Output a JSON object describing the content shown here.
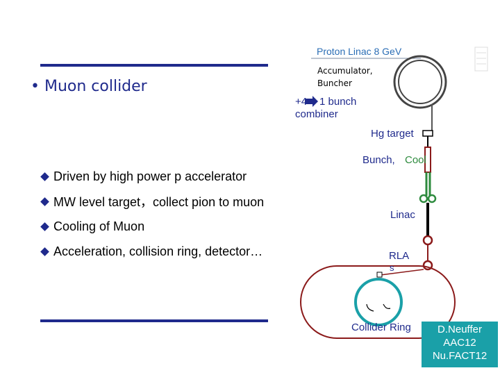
{
  "slide": {
    "title": "• Muon collider",
    "bullets": [
      "Driven by high power p accelerator",
      "MW level target，collect pion to muon",
      "Cooling of Muon",
      "Acceleration, collision ring, detector…"
    ]
  },
  "diagram": {
    "proton_linac": "Proton Linac 8 GeV",
    "accumulator_line1": "Accumulator,",
    "accumulator_line2": "Buncher",
    "combiner_prefix": "+4",
    "combiner_suffix": "1 bunch",
    "combiner_line2": "combiner",
    "hg_target": "Hg target",
    "bunch_label": "Bunch,",
    "cool_label": "Cool",
    "linac": "Linac",
    "rla_line1": "RLA",
    "rla_line2": "s",
    "collider_ring": "Collider Ring"
  },
  "credit": {
    "line1": "D.Neuffer",
    "line2": "AAC12",
    "line3": "Nu.FACT12"
  },
  "colors": {
    "navy": "#1f2a8c",
    "blue_text": "#2a6db5",
    "maroon": "#8b1a1a",
    "green": "#2e8b3e",
    "teal": "#1aa0a8"
  }
}
